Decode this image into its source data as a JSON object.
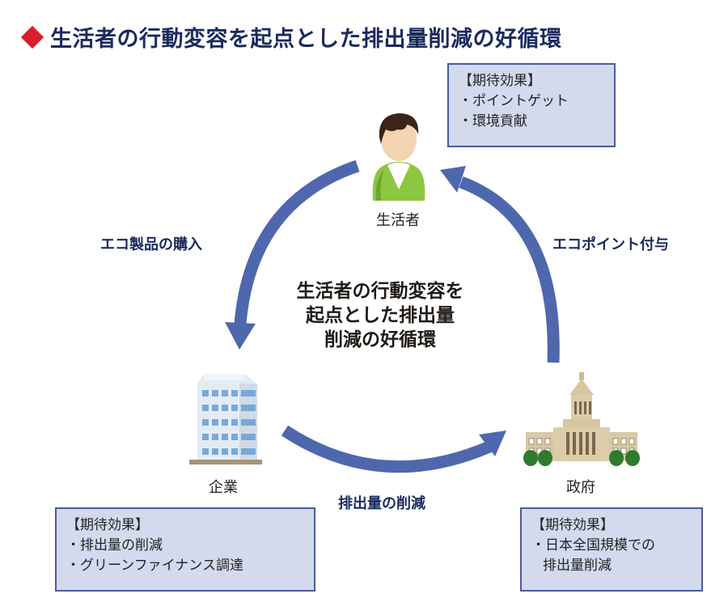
{
  "header": {
    "marker_icon": "red-diamond-icon",
    "title": "生活者の行動変容を起点とした排出量削減の好循環"
  },
  "center": {
    "lines": [
      "生活者の行動変容を",
      "起点とした排出量",
      "削減の好循環"
    ]
  },
  "actors": {
    "consumer": {
      "label": "生活者",
      "icon": "person-icon"
    },
    "company": {
      "label": "企業",
      "icon": "office-building-icon"
    },
    "government": {
      "label": "政府",
      "icon": "government-building-icon"
    }
  },
  "flows": {
    "consumer_to_company": "エコ製品の購入",
    "company_to_government": "排出量の削減",
    "government_to_consumer": "エコポイント付与"
  },
  "effects": {
    "consumer": {
      "heading": "【期待効果】",
      "items": [
        "・ポイントゲット",
        "・環境貢献"
      ]
    },
    "company": {
      "heading": "【期待効果】",
      "items": [
        "・排出量の削減",
        "・グリーンファイナンス調達"
      ]
    },
    "government": {
      "heading": "【期待効果】",
      "items": [
        "・日本全国規模での",
        "排出量削減"
      ]
    }
  },
  "colors": {
    "accent_red": "#d81e2c",
    "title_navy": "#1b2a5e",
    "arrow_blue": "#4f67ad",
    "box_fill": "#d3daee",
    "box_border": "#4a5c9c"
  }
}
